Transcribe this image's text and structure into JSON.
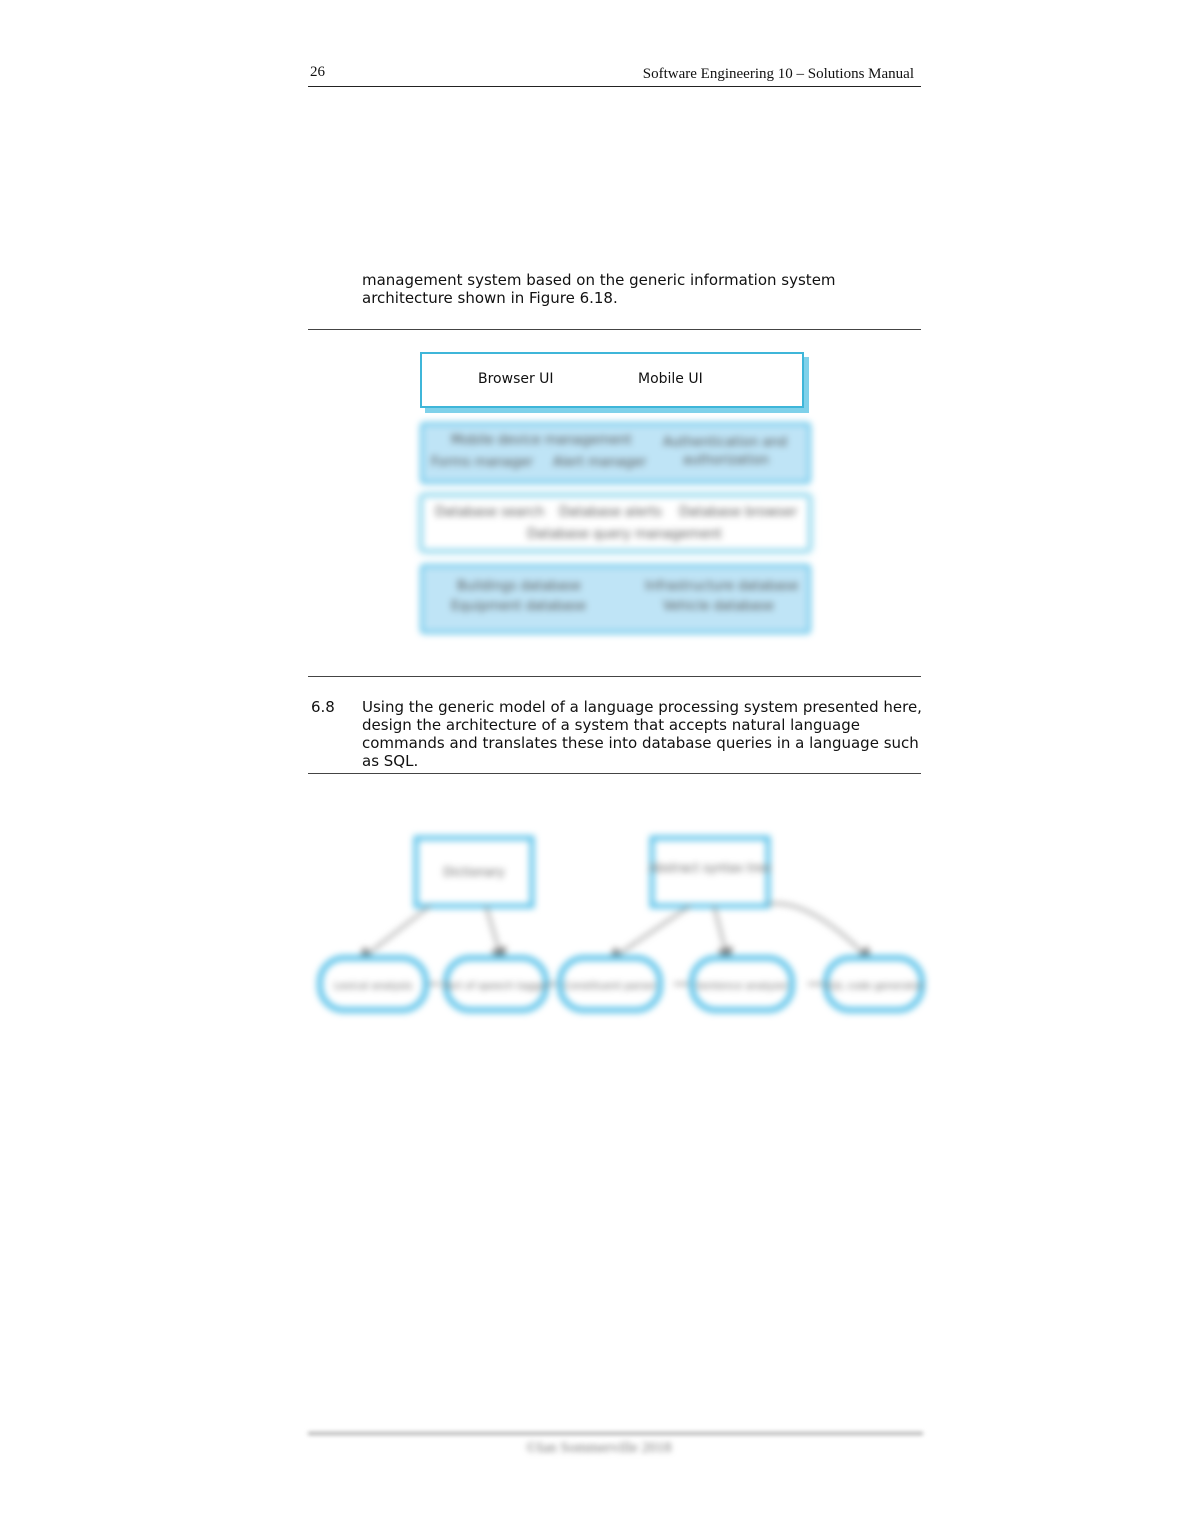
{
  "header": {
    "page_number": "26",
    "running_title": "Software Engineering 10 – Solutions Manual"
  },
  "intro": {
    "text": "management system based on the generic information system architecture shown in Figure 6.18."
  },
  "figure1": {
    "top_layer": {
      "left_label": "Browser UI",
      "right_label": "Mobile UI"
    },
    "layer2": {
      "lines": [
        "Mobile device management",
        "Forms manager",
        "Alert manager",
        "Authentication and",
        "authorization"
      ]
    },
    "layer3": {
      "lines": [
        "Database search",
        "Database alerts",
        "Database browser",
        "Database query management"
      ]
    },
    "layer4": {
      "lines": [
        "Buildings database",
        "Equipment database",
        "Infrastructure database",
        "Vehicle database"
      ]
    },
    "colors": {
      "border": "#3fb6d9",
      "fill": "#bfe4f6"
    }
  },
  "question": {
    "number": "6.8",
    "text": "Using the generic model of a language processing system presented here, design the architecture of a system that accepts natural language commands and translates these into database queries in a language such as SQL."
  },
  "figure2": {
    "top_nodes": [
      "Dictionary",
      "Abstract syntax tree"
    ],
    "bottom_nodes": [
      "Lexical analysis",
      "Part of speech tagger",
      "Constituent parser",
      "Sentence analyzer",
      "SQL code generator"
    ]
  },
  "footer": {
    "text": "©Ian Sommerville 2018"
  }
}
